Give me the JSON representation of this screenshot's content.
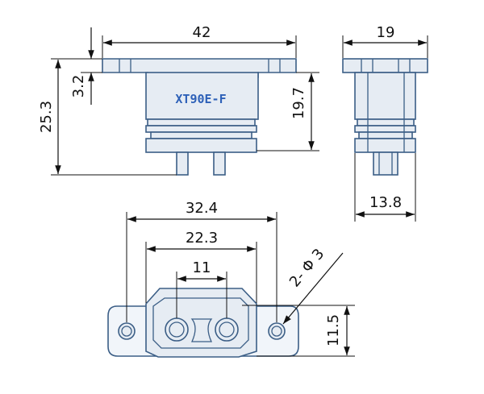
{
  "part_marking": "XT90E-F",
  "colors": {
    "outline": "#3b5e86",
    "fill": "#e6ecf3",
    "dimension": "#111111",
    "marking": "#2e61b8"
  },
  "front_view": {
    "width": "42",
    "flange_thickness": "3.2",
    "total_height": "25.3",
    "body_height": "19.7"
  },
  "side_view": {
    "width": "19",
    "base_width": "13.8"
  },
  "bottom_view": {
    "hole_spacing": "32.4",
    "body_width": "22.3",
    "pin_spacing": "11",
    "hole_callout": "2- Φ 3",
    "body_height": "11.5"
  }
}
